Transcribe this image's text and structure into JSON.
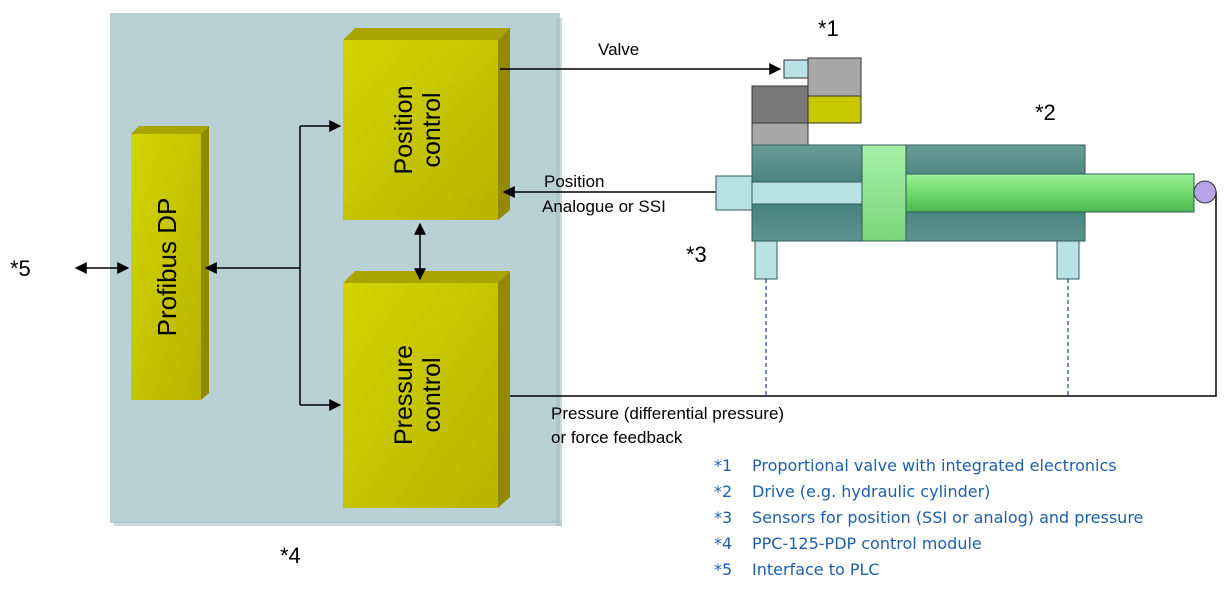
{
  "labels": {
    "profibus": "Profibus DP",
    "position_control_line1": "Position",
    "position_control_line2": "control",
    "pressure_control_line1": "Pressure",
    "pressure_control_line2": "control",
    "valve": "Valve",
    "position_line1": "Position",
    "position_line2": "Analogue or SSI",
    "pressure_line1": "Pressure  (differential pressure)",
    "pressure_line2": "or force feedback",
    "marker_1": "*1",
    "marker_2": "*2",
    "marker_3": "*3",
    "marker_4": "*4",
    "marker_5": "*5"
  },
  "legend": [
    {
      "key": "*1",
      "text": "Proportional valve with integrated electronics"
    },
    {
      "key": "*2",
      "text": "Drive (e.g. hydraulic cylinder)"
    },
    {
      "key": "*3",
      "text": "Sensors for position (SSI or analog) and pressure"
    },
    {
      "key": "*4",
      "text": "PPC-125-PDP control module"
    },
    {
      "key": "*5",
      "text": "Interface to PLC"
    }
  ],
  "colors": {
    "module_background": "#b9d0d5",
    "block_front": "#c8c800",
    "block_top": "#a8a300",
    "block_side": "#8f8a00",
    "cylinder_body": "#4e8a86",
    "piston_rod": "#77e37a",
    "sensor": "#b8e2e4",
    "legend_text": "#1f5fa8"
  }
}
